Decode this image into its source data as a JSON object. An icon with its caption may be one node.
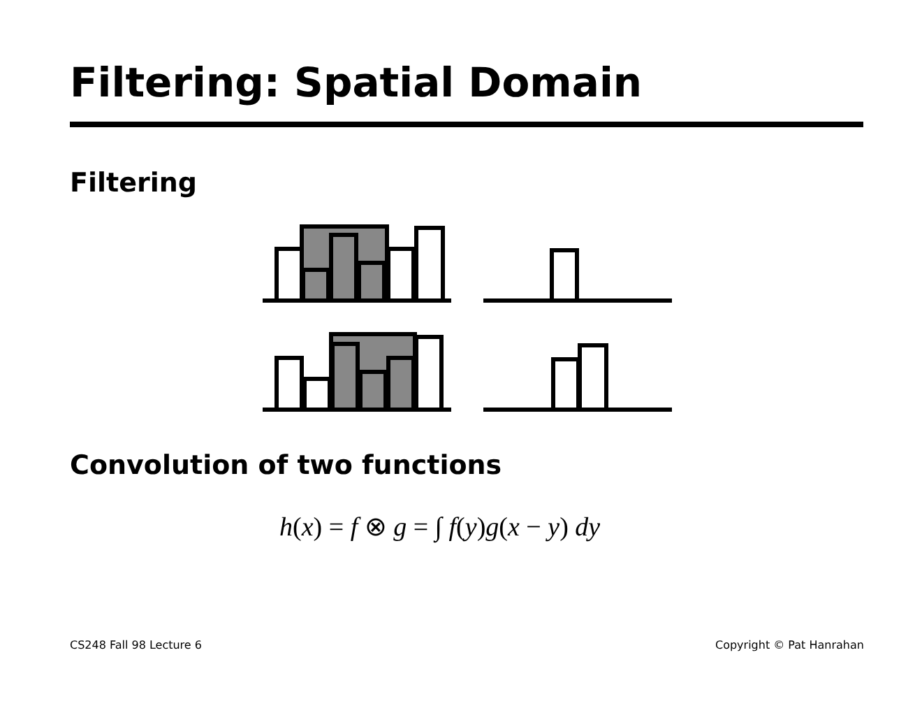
{
  "diagram": {
    "title": "Filtering: Spatial Domain",
    "labels": [
      "Filtering",
      "Convolution of two functions",
      "*h*(*x*) = *f* ⊗ *g* = ∫ *f*(*y*)*g*(*x* − *y*) *dy*",
      "CS248 Fall 98 Lecture 6",
      "Copyright © Pat Hanrahan"
    ]
  }
}
